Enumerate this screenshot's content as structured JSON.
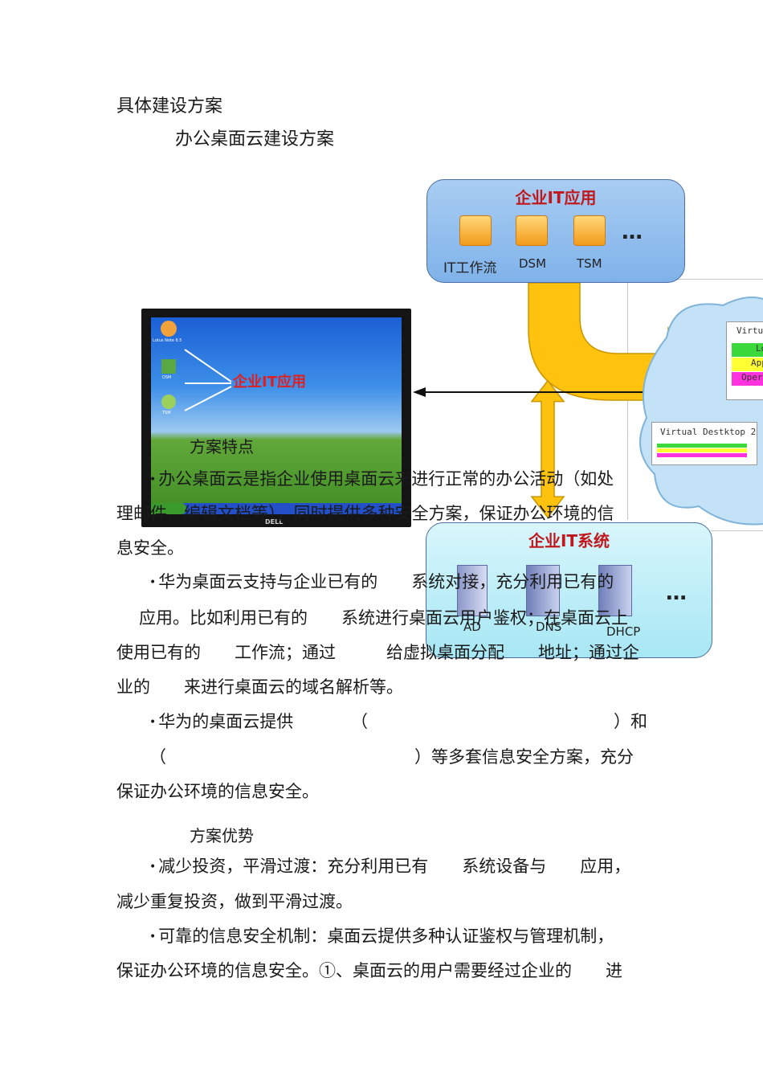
{
  "heading": {
    "title": "具体建设方案",
    "subtitle": "办公桌面云建设方案"
  },
  "diagram": {
    "apps_box": {
      "title": "企业IT应用",
      "items": [
        "IT工作流",
        "DSM",
        "TSM"
      ],
      "more": "…"
    },
    "monitor": {
      "overlay_label": "企业IT应用",
      "icon_labels": [
        "Lotus Note 6.5",
        "DSM",
        "TSM"
      ],
      "brand": "DELL"
    },
    "cloud": {
      "vd1": "Virtua",
      "vd1_rows": [
        "Lo",
        "App",
        "Opera"
      ],
      "vd2": "Virtual Destktop 2"
    },
    "sys_box": {
      "title": "企业IT系统",
      "items": [
        "AD",
        "DNS",
        "DHCP"
      ],
      "more": "…"
    }
  },
  "features": {
    "heading": "方案特点",
    "p1_line1": "办公桌面云是指企业使用桌面云来进行正常的办公活动（如处",
    "p1_line2": "理邮件、编辑文档等），同时提供多种安全方案，保证办公环境的信",
    "p1_line3": "息安全。",
    "p2_line1": "华为桌面云支持与企业已有的　　系统对接，充分利用已有的",
    "p2_line2": "应用。比如利用已有的　　系统进行桌面云用户鉴权；在桌面云上",
    "p2_line3": "使用已有的　　工作流；通过　　　给虚拟桌面分配　　地址；通过企",
    "p2_line4": "业的　　来进行桌面云的域名解析等。",
    "p3_line1_a": "华为的桌面云提供",
    "p3_line1_b": "（",
    "p3_line1_c": "）和",
    "p3_line2_a": "（",
    "p3_line2_b": "）等多套信息安全方案，充分",
    "p3_line3": "保证办公环境的信息安全。"
  },
  "advantages": {
    "heading": "方案优势",
    "p1_line1": "减少投资，平滑过渡：充分利用已有　　系统设备与　　应用，",
    "p1_line2": "减少重复投资，做到平滑过渡。",
    "p2_line1": "可靠的信息安全机制：桌面云提供多种认证鉴权与管理机制，",
    "p2_line2": "保证办公环境的信息安全。①、桌面云的用户需要经过企业的　　进"
  },
  "colors": {
    "arrow": "#ffc20e",
    "box_title": "#c0181c",
    "apps_box": "#8dbcee",
    "sys_box": "#bfeef7"
  }
}
